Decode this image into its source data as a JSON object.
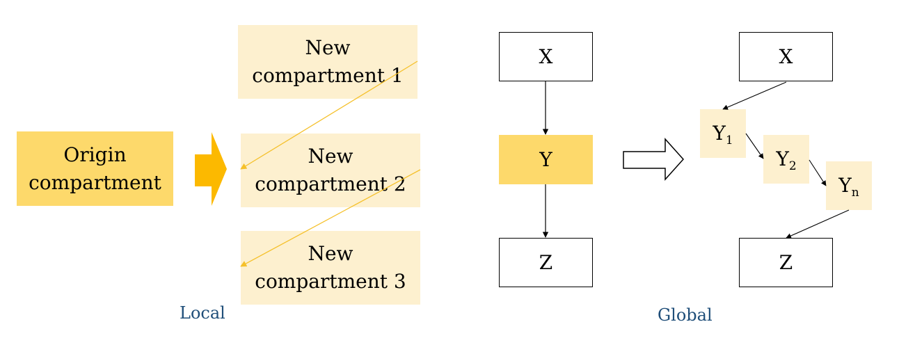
{
  "local": {
    "origin_label": "Origin compartment",
    "new_compartments": [
      "New compartment 1",
      "New compartment 2",
      "New compartment 3"
    ],
    "caption": "Local"
  },
  "global": {
    "left_nodes": {
      "top": "X",
      "middle": "Y",
      "bottom": "Z"
    },
    "right_nodes": {
      "top": "X",
      "y1": {
        "base": "Y",
        "sub": "1"
      },
      "y2": {
        "base": "Y",
        "sub": "2"
      },
      "yn": {
        "base": "Y",
        "sub": "n"
      },
      "bottom": "Z"
    },
    "caption": "Global"
  },
  "colors": {
    "origin_fill": "#fdd96b",
    "new_fill": "#fdf0cf",
    "local_arrow": "#fcb900",
    "connector": "#f5c02a",
    "caption_text": "#1f4e79"
  }
}
